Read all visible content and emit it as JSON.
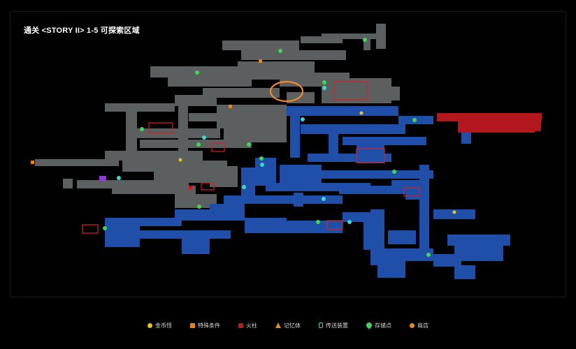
{
  "title": "通关 <STORY II> 1-5 可探索区域",
  "colors": {
    "explored_gray": "#5b5f5f",
    "explorable_blue": "#1f4fa8",
    "restricted_red": "#b3161c",
    "highlight_circle": "#f08a2b",
    "marker_teleport": "#3fd7c8",
    "marker_save": "#3fd75a"
  },
  "legend": [
    {
      "icon": "coin-icon",
      "label": "金币怪"
    },
    {
      "icon": "special-condition-icon",
      "label": "特殊条件"
    },
    {
      "icon": "fire-pillar-icon",
      "label": "火柱"
    },
    {
      "icon": "memory-icon",
      "label": "记忆体"
    },
    {
      "icon": "teleport-icon",
      "label": "传送装置"
    },
    {
      "icon": "save-point-icon",
      "label": "存储点"
    },
    {
      "icon": "shop-icon",
      "label": "商店"
    }
  ]
}
